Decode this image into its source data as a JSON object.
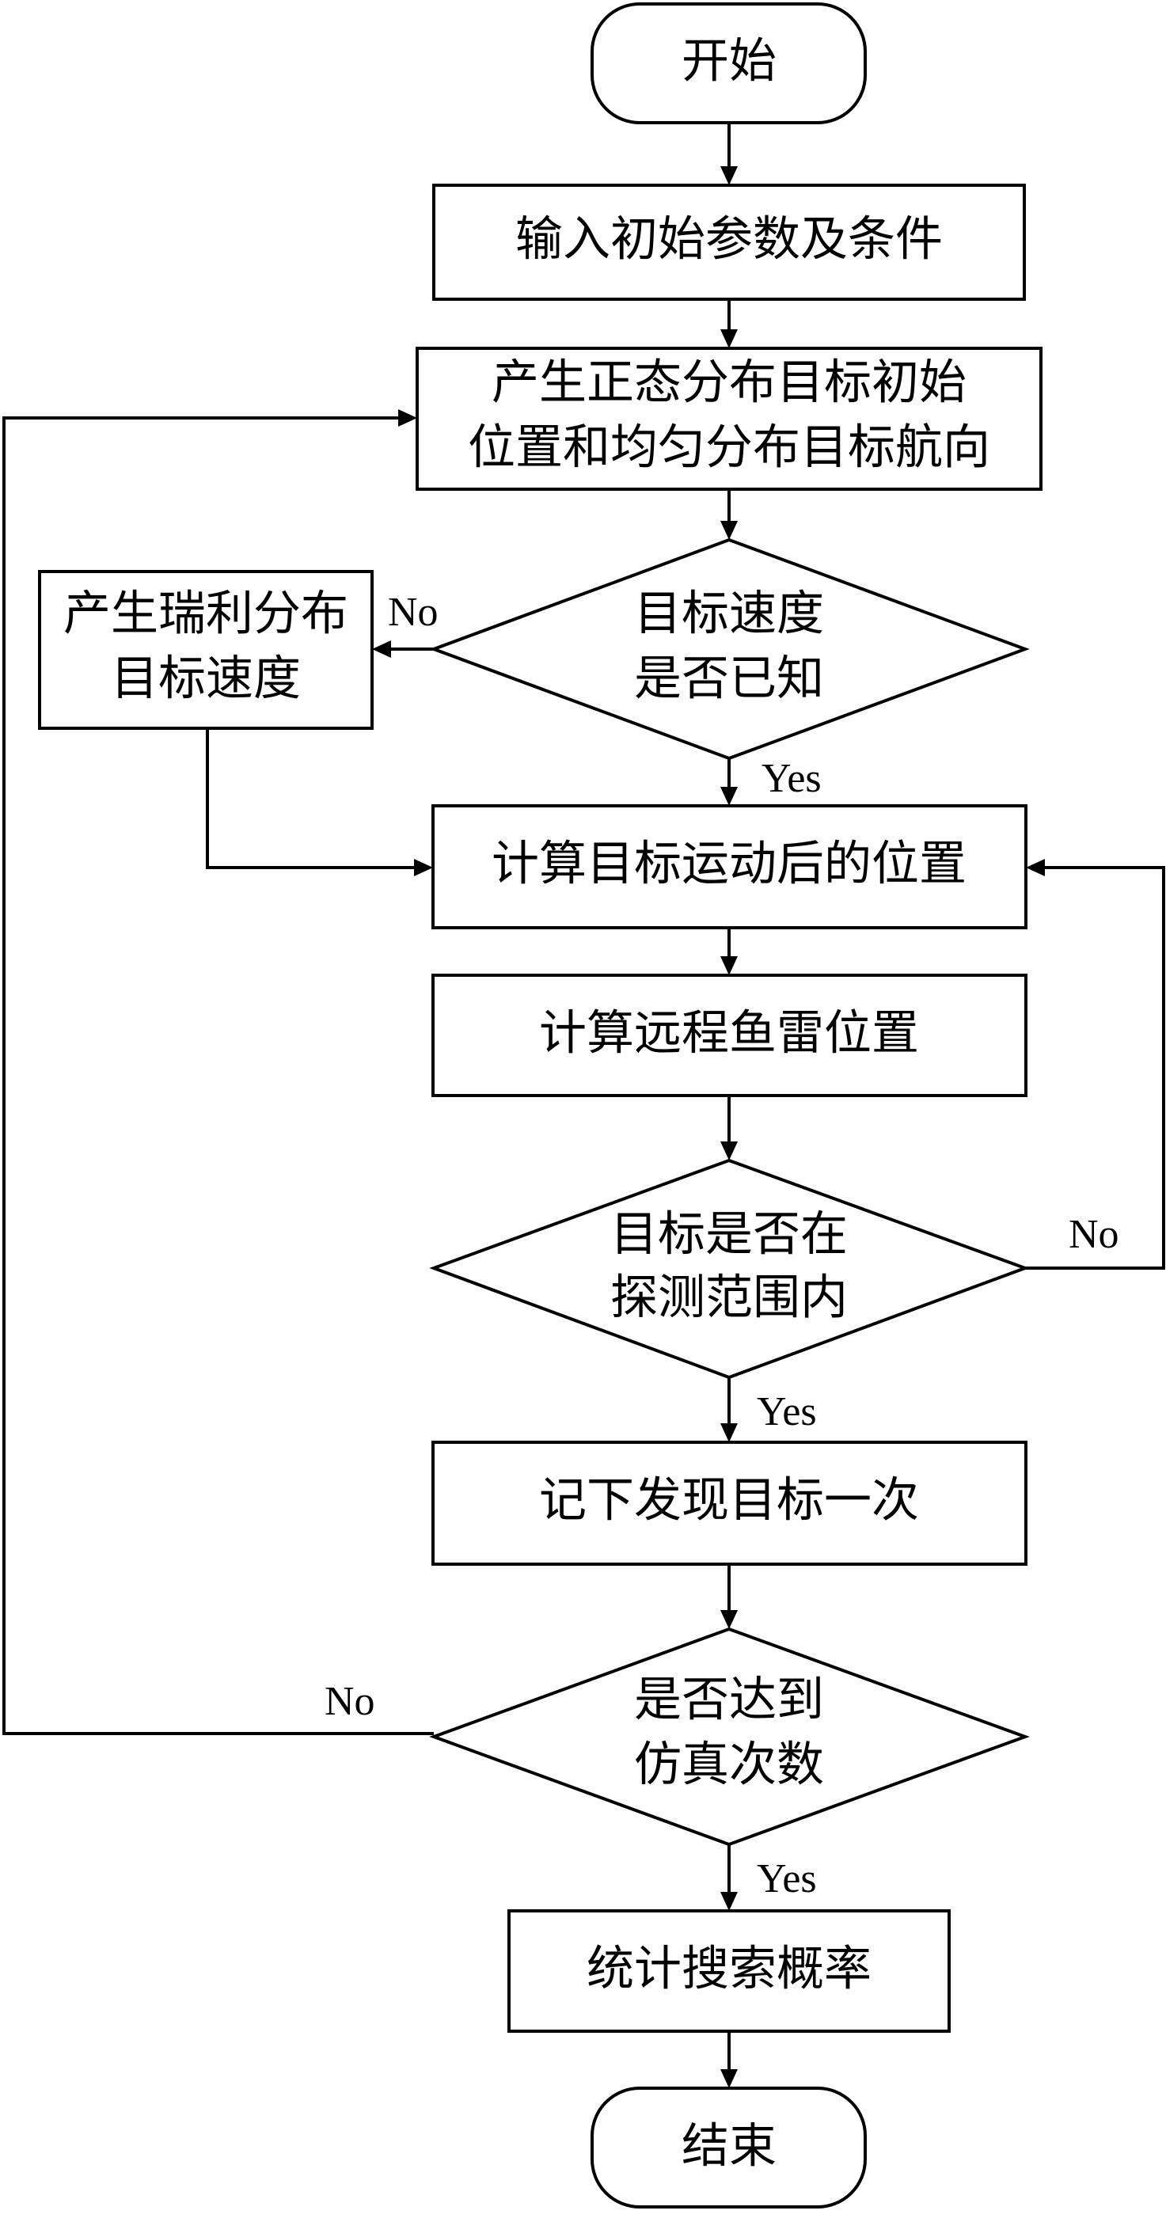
{
  "nodes": {
    "start": {
      "lines": [
        "开始"
      ]
    },
    "input_params": {
      "lines": [
        "输入初始参数及条件"
      ]
    },
    "generate_initial": {
      "lines": [
        "产生正态分布目标初始",
        "位置和均匀分布目标航向"
      ]
    },
    "rayleigh_speed": {
      "lines": [
        "产生瑞利分布",
        "目标速度"
      ]
    },
    "speed_known": {
      "lines": [
        "目标速度",
        "是否已知"
      ]
    },
    "compute_target_pos": {
      "lines": [
        "计算目标运动后的位置"
      ]
    },
    "compute_torpedo_pos": {
      "lines": [
        "计算远程鱼雷位置"
      ]
    },
    "in_range": {
      "lines": [
        "目标是否在",
        "探测范围内"
      ]
    },
    "record_detection": {
      "lines": [
        "记下发现目标一次"
      ]
    },
    "reached_count": {
      "lines": [
        "是否达到",
        "仿真次数"
      ]
    },
    "stat_probability": {
      "lines": [
        "统计搜索概率"
      ]
    },
    "end": {
      "lines": [
        "结束"
      ]
    }
  },
  "edge_labels": {
    "speed_known_no": "No",
    "speed_known_yes": "Yes",
    "in_range_no": "No",
    "in_range_yes": "Yes",
    "reached_count_no": "No",
    "reached_count_yes": "Yes"
  }
}
